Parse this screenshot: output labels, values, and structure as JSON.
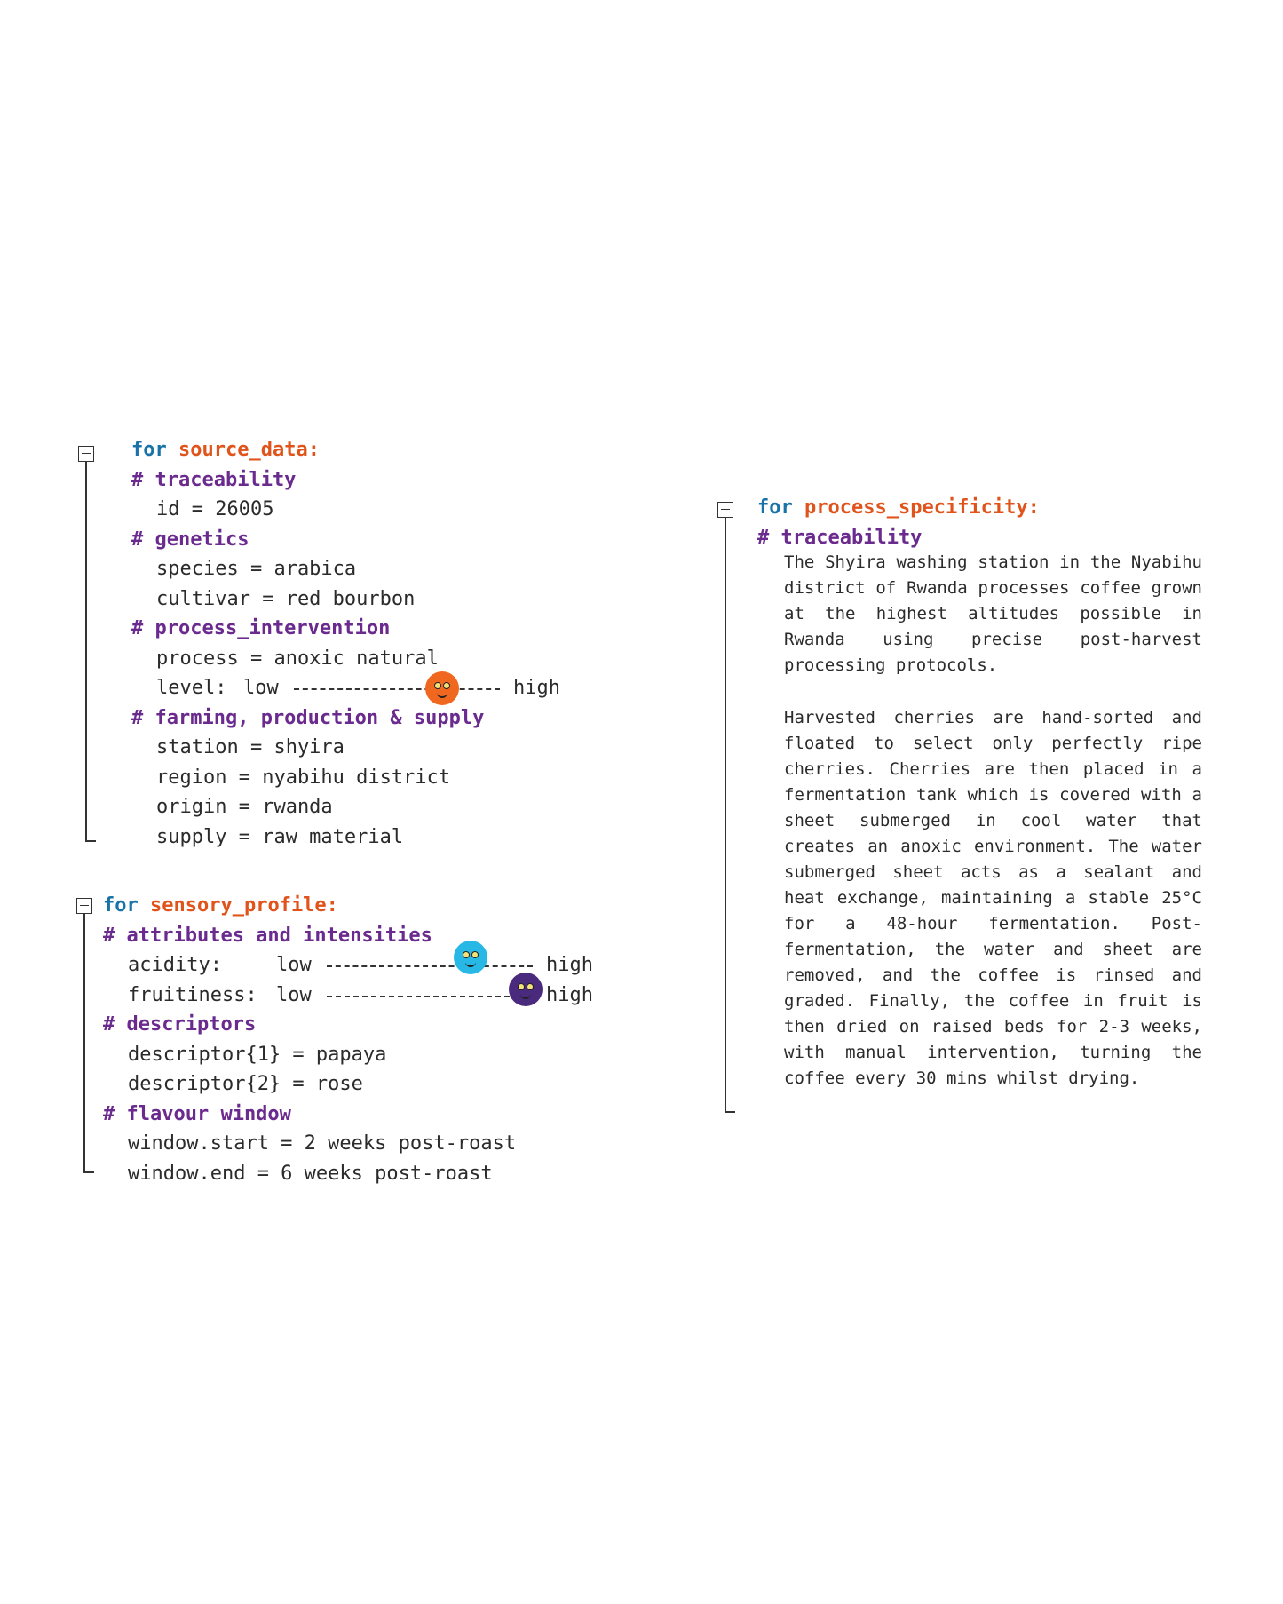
{
  "source_data": {
    "keyword": "for",
    "name": "source_data:",
    "traceability": {
      "comment": "# traceability",
      "id_line": "id = 26005"
    },
    "genetics": {
      "comment": "# genetics",
      "species_line": "species = arabica",
      "cultivar_line": "cultivar = red bourbon"
    },
    "process_intervention": {
      "comment": "# process_intervention",
      "process_line": "process = anoxic natural",
      "level_label": "level:",
      "low": "low",
      "high": "high",
      "level_value": 0.72,
      "indicator_color": "#f0671f"
    },
    "farming": {
      "comment": "# farming, production & supply",
      "station_line": "station = shyira",
      "region_line": "region = nyabihu district",
      "origin_line": "origin = rwanda",
      "supply_line": "supply = raw material"
    }
  },
  "sensory_profile": {
    "keyword": "for",
    "name": "sensory_profile:",
    "attributes": {
      "comment": "# attributes and intensities",
      "acidity": {
        "label": "acidity:",
        "low": "low",
        "high": "high",
        "value": 0.7,
        "indicator_color": "#28b8e6"
      },
      "fruitiness": {
        "label": "fruitiness:",
        "low": "low",
        "high": "high",
        "value": 1.0,
        "indicator_color": "#4a2a7c"
      }
    },
    "descriptors": {
      "comment": "# descriptors",
      "d1_line": "descriptor{1} = papaya",
      "d2_line": "descriptor{2} = rose"
    },
    "flavour_window": {
      "comment": "# flavour window",
      "start_line": "window.start = 2 weeks post-roast",
      "end_line": "window.end = 6 weeks post-roast"
    }
  },
  "process_specificity": {
    "keyword": "for",
    "name": "process_specificity:",
    "comment": "# traceability",
    "paragraph1": "The Shyira washing station in the Nyabihu district of Rwanda processes coffee grown at the highest altitudes possible in Rwanda using precise post-harvest processing protocols.",
    "paragraph2": "Harvested cherries are hand-sorted and floated to select only perfectly ripe cherries. Cherries are then placed in a fermentation tank which is covered with a sheet submerged in cool water that creates an anoxic environment. The water submerged sheet acts as a sealant and heat exchange, maintaining a stable 25°C for a 48-hour fermentation. Post-fermentation, the water and sheet are removed, and the coffee is rinsed and graded. Finally, the coffee in fruit is then dried on raised beds for 2-3 weeks, with manual intervention, turning the coffee every 30 mins whilst drying."
  }
}
